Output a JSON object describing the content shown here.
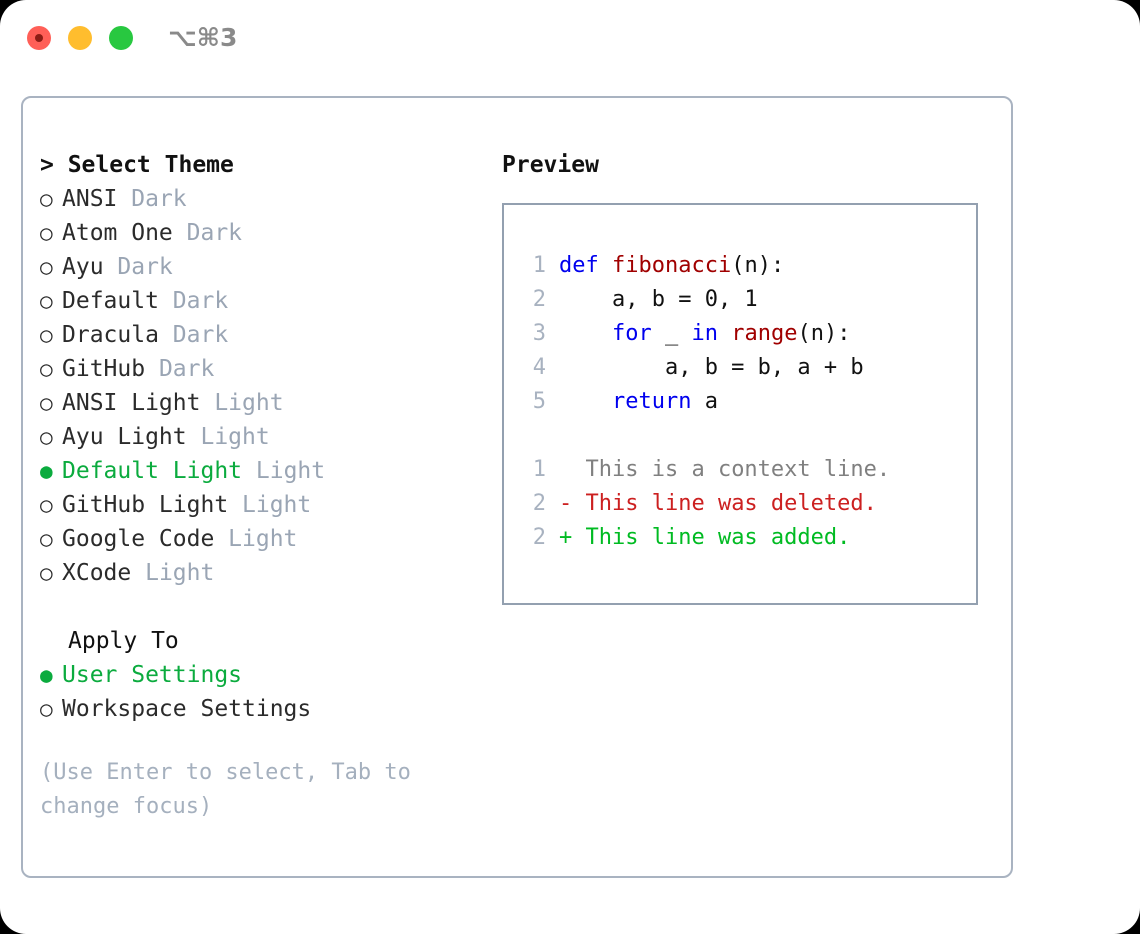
{
  "titlebar": {
    "shortcut": "⌥⌘3",
    "buttons": [
      {
        "name": "close",
        "color": "#ff5f57"
      },
      {
        "name": "minimize",
        "color": "#ffbd2e"
      },
      {
        "name": "maximize",
        "color": "#28c840"
      }
    ]
  },
  "theme_picker": {
    "heading": "> Select Theme",
    "bullet_unselected": "○",
    "bullet_selected": "●",
    "items": [
      {
        "name": "ANSI",
        "variant": "Dark",
        "selected": false
      },
      {
        "name": "Atom One",
        "variant": "Dark",
        "selected": false
      },
      {
        "name": "Ayu",
        "variant": "Dark",
        "selected": false
      },
      {
        "name": "Default",
        "variant": "Dark",
        "selected": false
      },
      {
        "name": "Dracula",
        "variant": "Dark",
        "selected": false
      },
      {
        "name": "GitHub",
        "variant": "Dark",
        "selected": false
      },
      {
        "name": "ANSI Light",
        "variant": "Light",
        "selected": false
      },
      {
        "name": "Ayu Light",
        "variant": "Light",
        "selected": false
      },
      {
        "name": "Default Light",
        "variant": "Light",
        "selected": true
      },
      {
        "name": "GitHub Light",
        "variant": "Light",
        "selected": false
      },
      {
        "name": "Google Code",
        "variant": "Light",
        "selected": false
      },
      {
        "name": "XCode",
        "variant": "Light",
        "selected": false
      }
    ]
  },
  "apply_to": {
    "heading": "Apply To",
    "items": [
      {
        "label": "User Settings",
        "selected": true
      },
      {
        "label": "Workspace Settings",
        "selected": false
      }
    ]
  },
  "hint": "(Use Enter to select, Tab to change focus)",
  "preview": {
    "heading": "Preview",
    "code_lines": [
      {
        "num": "1",
        "tokens": [
          {
            "t": "def ",
            "k": "kw"
          },
          {
            "t": "fibonacci",
            "k": "fn"
          },
          {
            "t": "(n):",
            "k": "pl"
          }
        ]
      },
      {
        "num": "2",
        "tokens": [
          {
            "t": "    a, b = 0, 1",
            "k": "pl"
          }
        ]
      },
      {
        "num": "3",
        "tokens": [
          {
            "t": "    ",
            "k": "pl"
          },
          {
            "t": "for",
            "k": "kw"
          },
          {
            "t": " _ ",
            "k": "pl"
          },
          {
            "t": "in",
            "k": "kw"
          },
          {
            "t": " ",
            "k": "pl"
          },
          {
            "t": "range",
            "k": "fn"
          },
          {
            "t": "(n):",
            "k": "pl"
          }
        ]
      },
      {
        "num": "4",
        "tokens": [
          {
            "t": "        a, b = b, a + b",
            "k": "pl"
          }
        ]
      },
      {
        "num": "5",
        "tokens": [
          {
            "t": "    ",
            "k": "pl"
          },
          {
            "t": "return",
            "k": "kw"
          },
          {
            "t": " a",
            "k": "pl"
          }
        ]
      }
    ],
    "diff_lines": [
      {
        "num": "1",
        "marker": " ",
        "text": " This is a context line.",
        "kind": "ctx"
      },
      {
        "num": "2",
        "marker": "-",
        "text": " This line was deleted.",
        "kind": "del"
      },
      {
        "num": "2",
        "marker": "+",
        "text": " This line was added.",
        "kind": "add"
      }
    ]
  },
  "colors": {
    "accent_green": "#0bab3e",
    "muted": "#9aa5b4",
    "keyword": "#0000ee",
    "function": "#a00000",
    "diff_added": "#00bb22",
    "diff_deleted": "#cc2020",
    "border": "#a9b3c1"
  }
}
